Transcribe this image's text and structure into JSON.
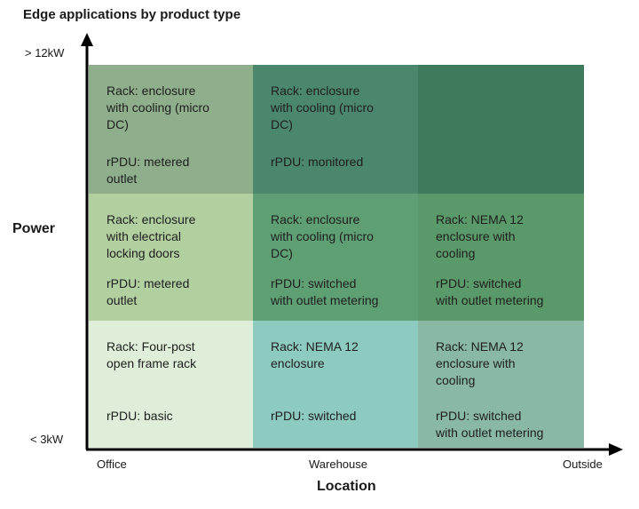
{
  "title": "Edge applications by product type",
  "y_axis": {
    "label": "Power",
    "top_tick": "> 12kW",
    "bottom_tick": "< 3kW"
  },
  "x_axis": {
    "label": "Location",
    "ticks": [
      "Office",
      "Warehouse",
      "Outside"
    ]
  },
  "rows": [
    {
      "cells": [
        {
          "rack": "Rack: enclosure\nwith cooling (micro\nDC)",
          "pdu": "rPDU: metered\noutlet",
          "color": "#8fae8c"
        },
        {
          "rack": "Rack: enclosure\nwith cooling (micro\nDC)",
          "pdu": "rPDU: monitored",
          "color": "#4b876c"
        },
        {
          "rack": "",
          "pdu": "",
          "color": "#3f7a5c"
        }
      ]
    },
    {
      "cells": [
        {
          "rack": "Rack: enclosure\nwith electrical\nlocking doors",
          "pdu": "rPDU: metered\noutlet",
          "color": "#b2cfa0"
        },
        {
          "rack": "Rack: enclosure\nwith cooling (micro\nDC)",
          "pdu": "rPDU: switched\nwith outlet metering",
          "color": "#5f9f74"
        },
        {
          "rack": "Rack: NEMA 12\nenclosure with\ncooling",
          "pdu": "rPDU: switched\nwith outlet metering",
          "color": "#5a9a6a"
        }
      ]
    },
    {
      "cells": [
        {
          "rack": "Rack: Four-post\nopen frame rack",
          "pdu": "rPDU: basic",
          "color": "#dfeed8"
        },
        {
          "rack": "Rack: NEMA 12\nenclosure",
          "pdu": "rPDU: switched",
          "color": "#8dcbc0"
        },
        {
          "rack": "Rack: NEMA 12\nenclosure with\ncooling",
          "pdu": "rPDU: switched\nwith outlet metering",
          "color": "#89b8a4"
        }
      ]
    }
  ]
}
